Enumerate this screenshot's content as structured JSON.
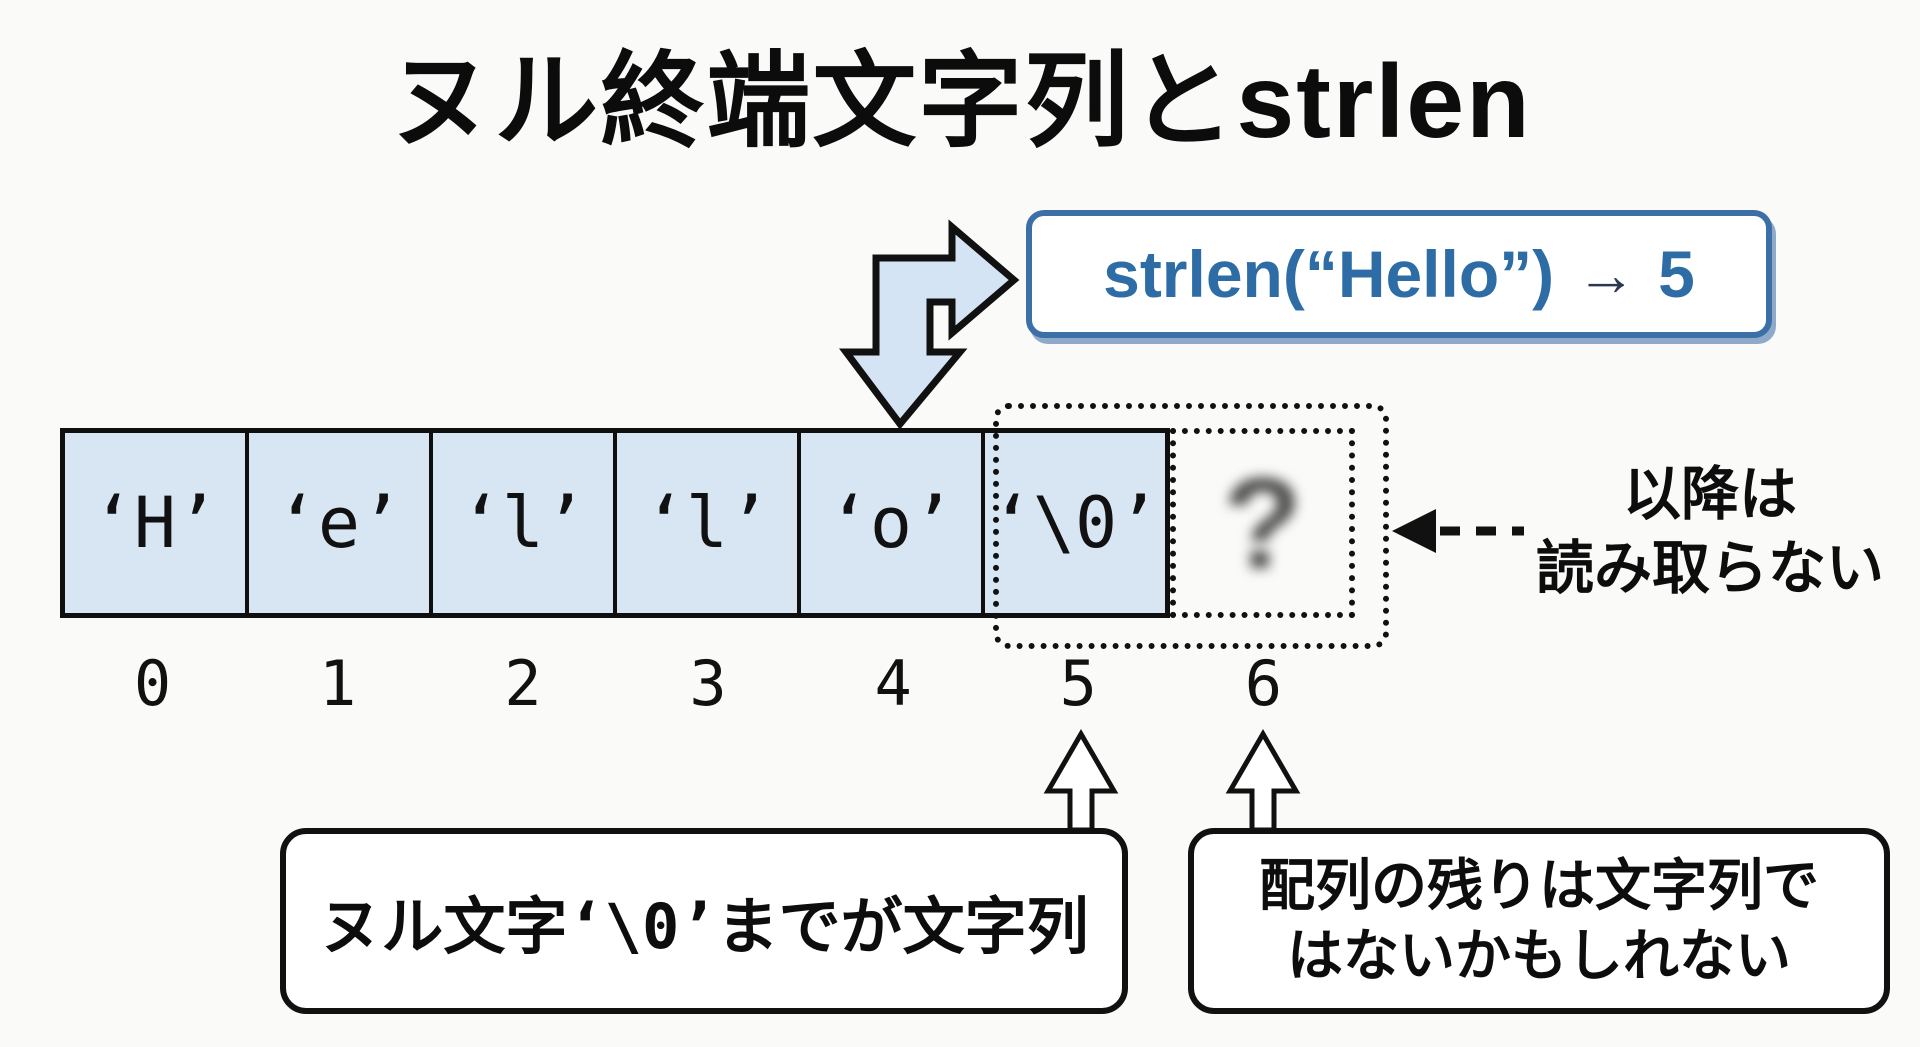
{
  "title": "ヌル終端文字列とstrlen",
  "strlen_callout": {
    "call": "strlen(“Hello”)",
    "arrow": "→",
    "result": "5"
  },
  "array": {
    "string_cells": [
      "‘H’",
      "‘e’",
      "‘l’",
      "‘l’",
      "‘o’",
      "‘\\0’"
    ],
    "unknown_cell": "?",
    "indices": [
      "0",
      "1",
      "2",
      "3",
      "4",
      "5",
      "6"
    ]
  },
  "notes": {
    "beyond": {
      "line1": "以降は",
      "line2": "読み取らない"
    },
    "null_terminator": {
      "prefix": "ヌル文字",
      "code": "‘\\0’",
      "suffix": "までが文字列"
    },
    "remainder": {
      "line1": "配列の残りは文字列で",
      "line2": "はないかもしれない"
    }
  },
  "colors": {
    "background": "#fafaf8",
    "cell_fill": "#d8e6f4",
    "accent_text_blue": "#2e6ca5",
    "callout_border_blue": "#3c6fa6",
    "bent_arrow_fill": "#d5e4f4",
    "ink": "#111111",
    "blurred_question": "#4e4e4e"
  }
}
